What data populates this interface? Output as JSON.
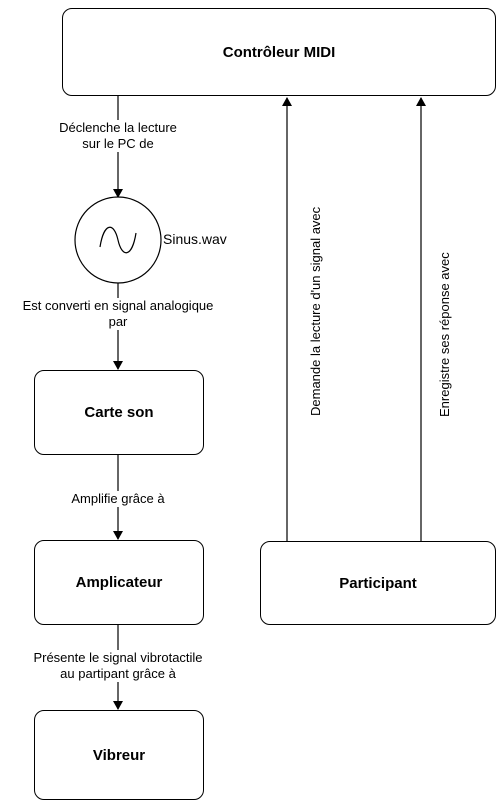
{
  "nodes": {
    "controller": "Contrôleur MIDI",
    "sine_label": "Sinus.wav",
    "sound_card": "Carte son",
    "amplifier": "Amplicateur",
    "vibrator": "Vibreur",
    "participant": "Participant"
  },
  "edges": {
    "controller_to_sine_line1": "Déclenche la lecture",
    "controller_to_sine_line2": "sur le PC de",
    "sine_to_card_line1": "Est converti en signal analogique",
    "sine_to_card_line2": "par",
    "card_to_amp": "Amplifie  grâce à",
    "amp_to_vib_line1": "Présente le signal vibrotactile",
    "amp_to_vib_line2": "au partipant grâce à",
    "participant_request": "Demande la lecture d'un signal avec",
    "participant_record": "Enregistre ses réponse avec"
  }
}
